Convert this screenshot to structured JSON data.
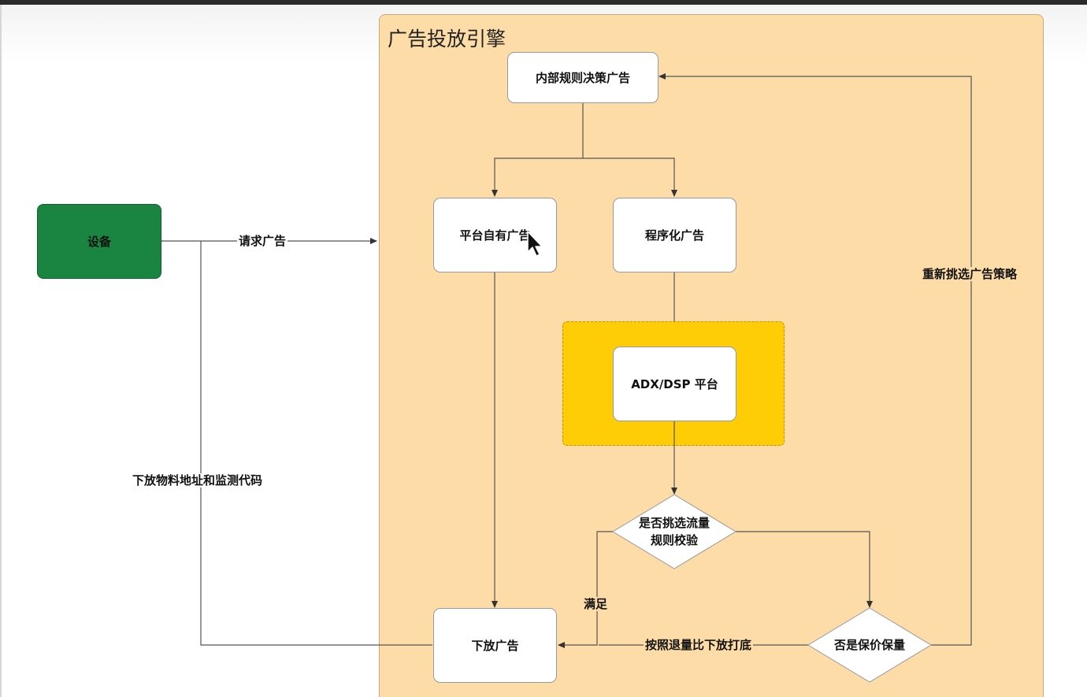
{
  "diagram": {
    "title": "广告投放引擎",
    "nodes": {
      "device": "设备",
      "internal_rules": "内部规则决策广告",
      "platform_own_ads": "平台自有广告",
      "programmatic_ads": "程序化广告",
      "adx_dsp": "ADX/DSP 平台",
      "traffic_check_line1": "是否挑选流量",
      "traffic_check_line2": "规则校验",
      "guarantee_check": "否是保价保量",
      "deliver_ad": "下放广告"
    },
    "edges": {
      "request_ad": "请求广告",
      "deliver_material": "下放物料地址和监测代码",
      "reselect_strategy": "重新挑选广告策略",
      "satisfied": "满足",
      "fallback_ratio": "按照退量比下放打底"
    },
    "colors": {
      "panel": "#fddca7",
      "device": "#1a8540",
      "group": "#ffcd05"
    }
  }
}
